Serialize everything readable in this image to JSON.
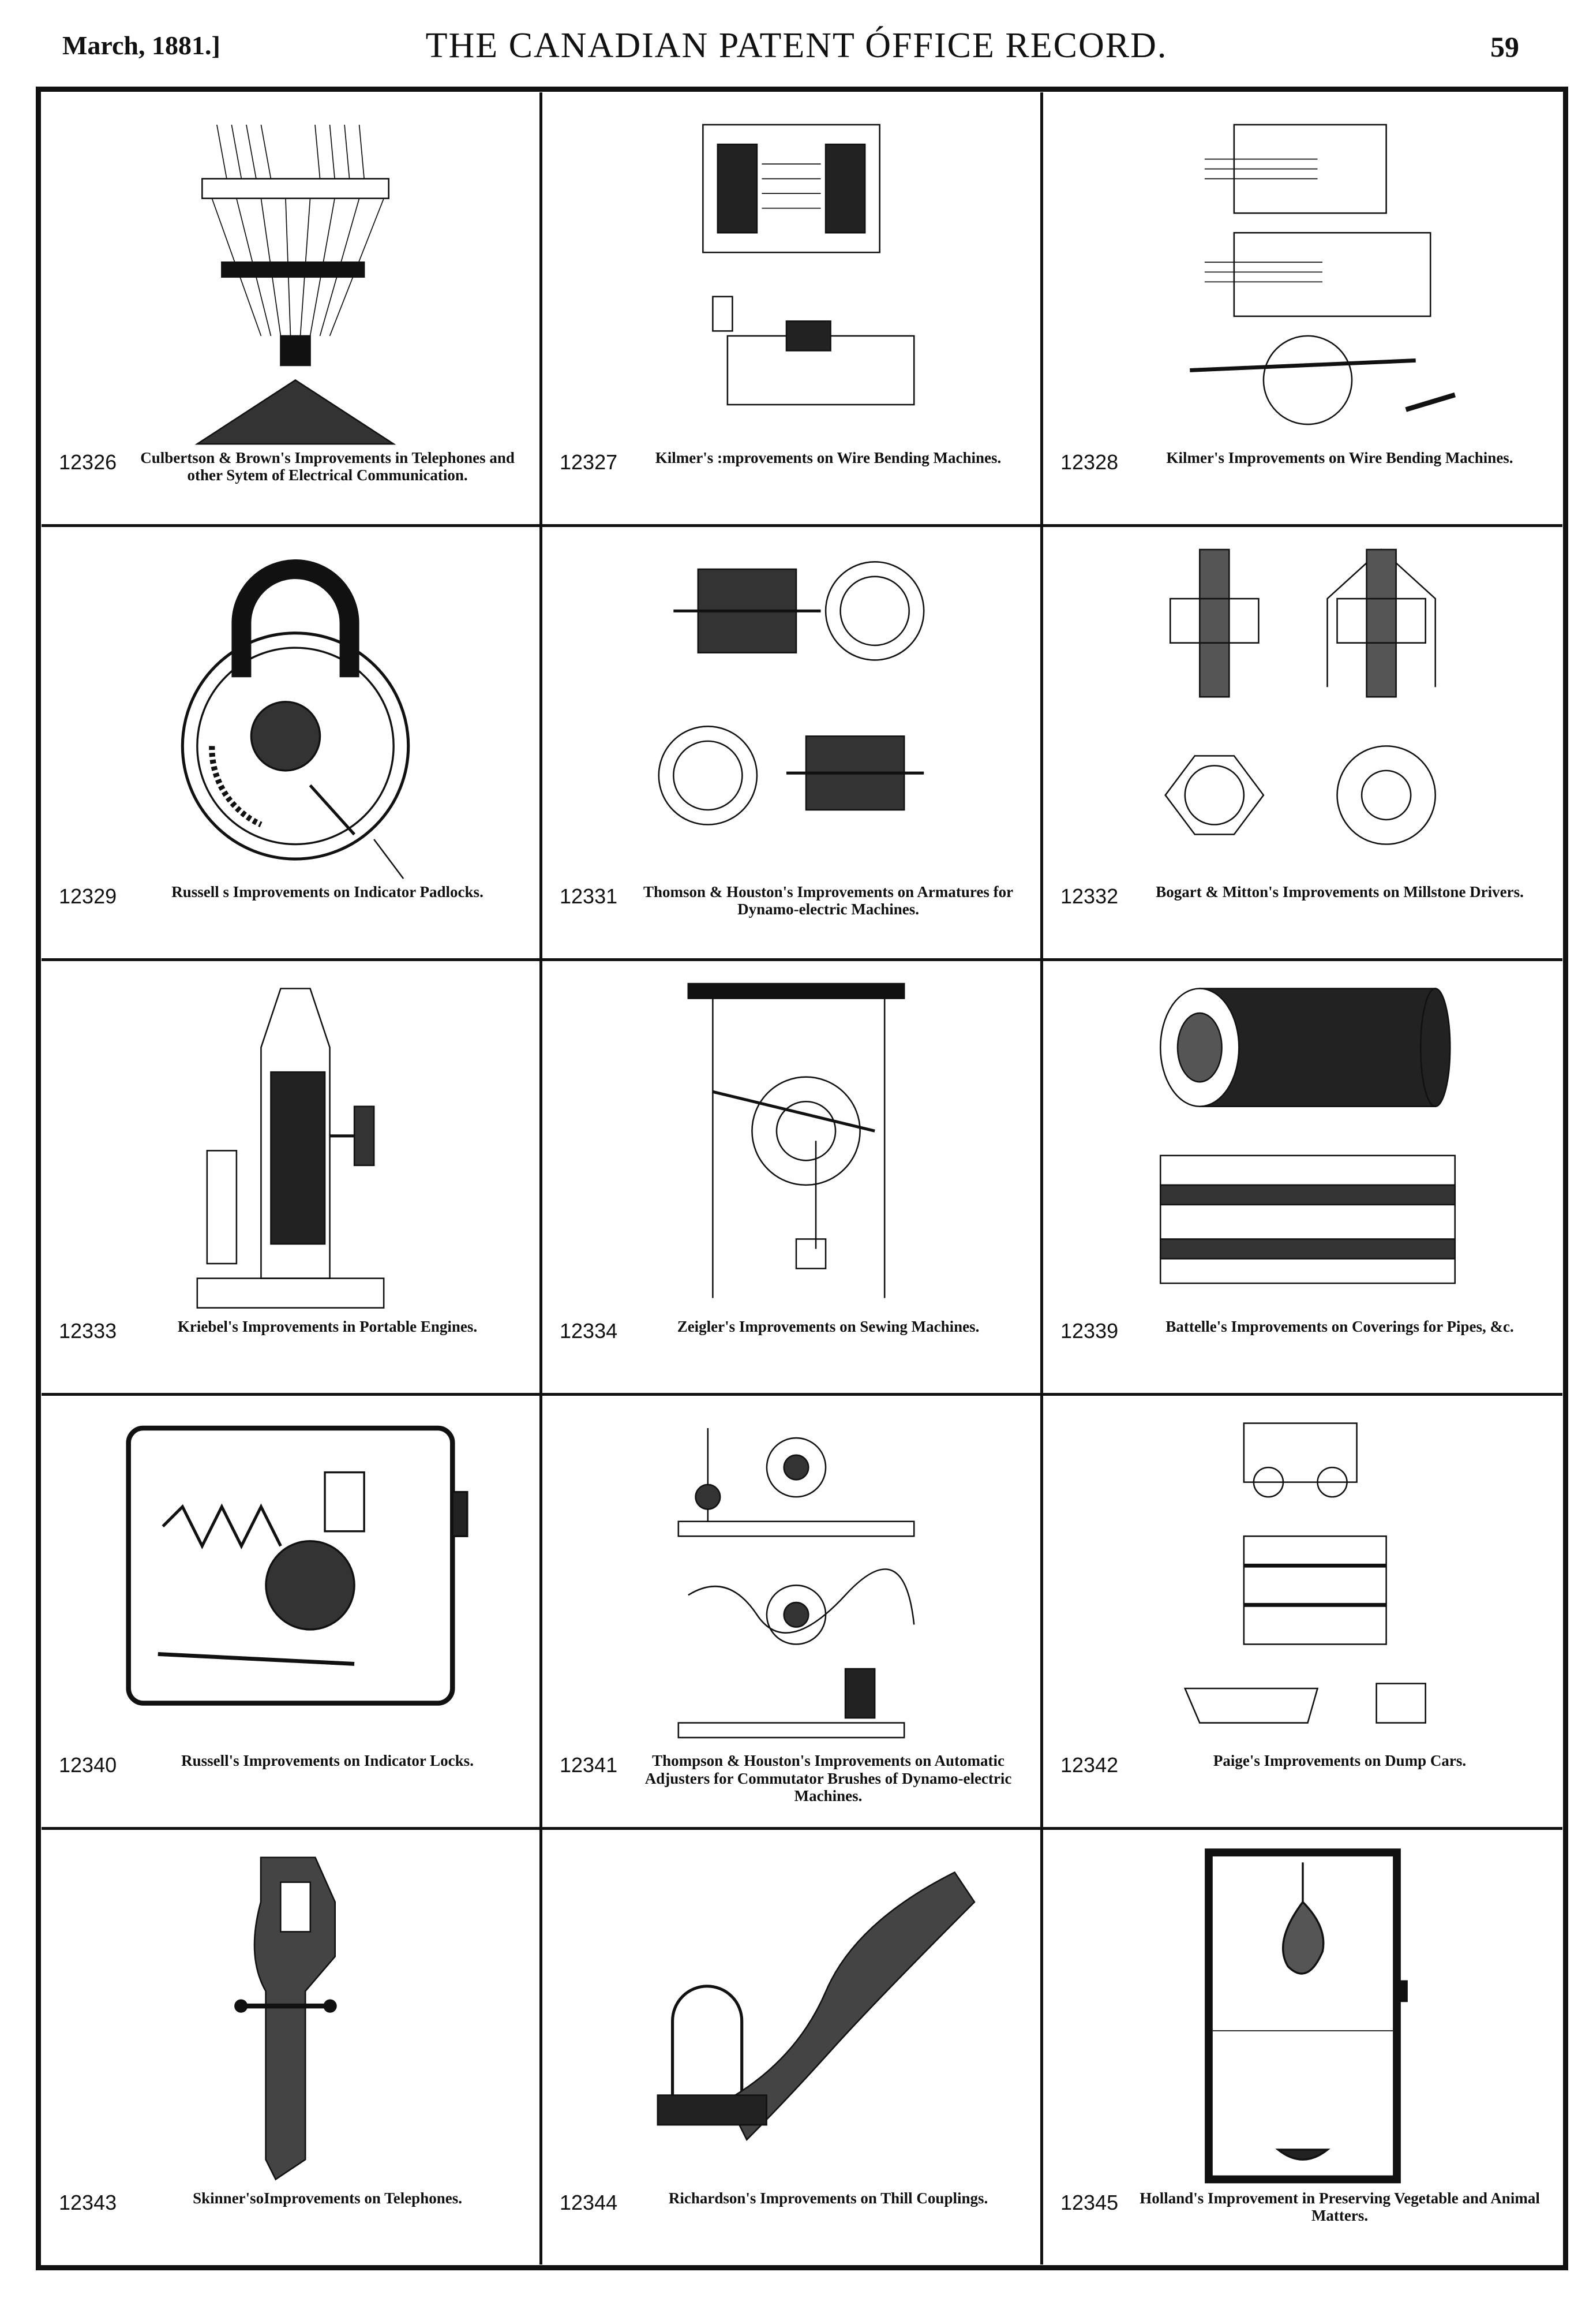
{
  "header": {
    "date": "March, 1881.]",
    "title": "THE CANADIAN PATENT ÓFFICE RECORD.",
    "page": "59"
  },
  "entries": [
    {
      "number": "12326",
      "caption": "Culbertson & Brown's Improvements in Telephones and other Sytem of Electrical Communication.",
      "figure": "telephone-switchboard-drawing"
    },
    {
      "number": "12327",
      "caption": "Kilmer's :mprovements on Wire Bending Machines.",
      "figure": "wire-bending-machine-drawing"
    },
    {
      "number": "12328",
      "caption": "Kilmer's Improvements on Wire Bending Machines.",
      "figure": "wire-bending-machine-drawing"
    },
    {
      "number": "12329",
      "caption": "Russell s Improvements on Indicator Padlocks.",
      "figure": "padlock-drawing"
    },
    {
      "number": "12331",
      "caption": "Thomson & Houston's Improvements on Armatures for Dynamo-electric Machines.",
      "figure": "armature-drawing"
    },
    {
      "number": "12332",
      "caption": "Bogart & Mitton's Improvements on Millstone Drivers.",
      "figure": "millstone-driver-drawing"
    },
    {
      "number": "12333",
      "caption": "Kriebel's Improvements in Portable Engines.",
      "figure": "portable-engine-drawing"
    },
    {
      "number": "12334",
      "caption": "Zeigler's Improvements on Sewing Machines.",
      "figure": "sewing-machine-drawing"
    },
    {
      "number": "12339",
      "caption": "Battelle's Improvements on Coverings for Pipes, &c.",
      "figure": "pipe-covering-drawing"
    },
    {
      "number": "12340",
      "caption": "Russell's Improvements on Indicator Locks.",
      "figure": "indicator-lock-drawing"
    },
    {
      "number": "12341",
      "caption": "Thompson & Houston's Improvements on Automatic Adjusters for Commutator Brushes of Dynamo-electric Machines.",
      "figure": "commutator-adjuster-drawing"
    },
    {
      "number": "12342",
      "caption": "Paige's Improvements on Dump Cars.",
      "figure": "dump-car-drawing"
    },
    {
      "number": "12343",
      "caption": "Skinner'soImprovements on Telephones.",
      "figure": "telephone-drawing"
    },
    {
      "number": "12344",
      "caption": "Richardson's Improvements on Thill Couplings.",
      "figure": "thill-coupling-drawing"
    },
    {
      "number": "12345",
      "caption": "Holland's Improvement in Preserving Vegetable and Animal Matters.",
      "figure": "preserving-cabinet-drawing"
    }
  ]
}
